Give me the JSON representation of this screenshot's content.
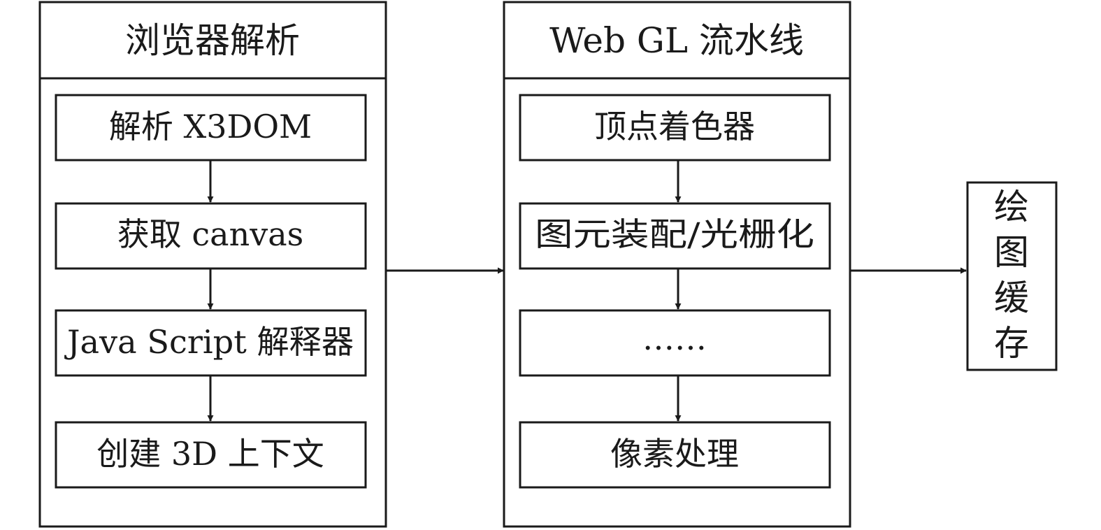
{
  "left_panel": {
    "title": "浏览器解析",
    "steps": [
      "解析 X3DOM",
      "获取 canvas",
      "Java Script 解释器",
      "创建 3D 上下文"
    ]
  },
  "middle_panel": {
    "title": "Web GL 流水线",
    "steps": [
      "顶点着色器",
      "图元装配/光栅化",
      "……",
      "像素处理"
    ]
  },
  "output": {
    "chars": [
      "绘",
      "图",
      "缓",
      "存"
    ]
  },
  "colors": {
    "stroke": "#1a1a1a",
    "background": "#ffffff"
  }
}
